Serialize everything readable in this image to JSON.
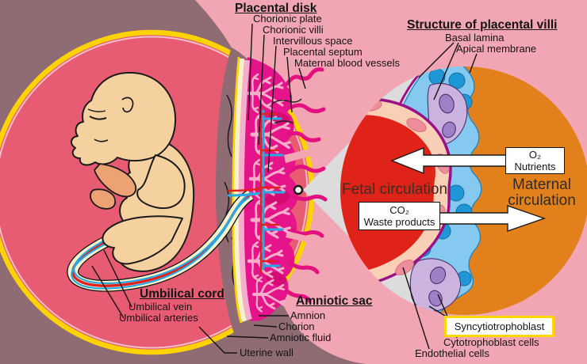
{
  "placental_disk": {
    "title": "Placental disk",
    "items": [
      "Chorionic plate",
      "Chorionic villi",
      "Intervillous space",
      "Placental septum",
      "Maternal blood vessels"
    ]
  },
  "villi_structure": {
    "title": "Structure of placental villi",
    "basal_lamina": "Basal lamina",
    "apical_membrane": "Apical membrane",
    "syncytiotrophoblast": "Syncytiotrophoblast",
    "cytotrophoblast": "Cytotrophoblast cells",
    "endothelial": "Endothelial cells"
  },
  "umbilical_cord": {
    "title": "Umbilical cord",
    "vein": "Umbilical vein",
    "arteries": "Umbilical arteries"
  },
  "amniotic_sac": {
    "title": "Amniotic sac",
    "amnion": "Amnion",
    "chorion": "Chorion",
    "fluid": "Amniotic fluid"
  },
  "uterine_wall_label": "Uterine wall",
  "circulation": {
    "fetal": "Fetal circulation",
    "maternal_line1": "Maternal",
    "maternal_line2": "circulation"
  },
  "exchange": {
    "o2": "O₂",
    "nutrients": "Nutrients",
    "co2": "CO₂",
    "waste": "Waste products"
  },
  "colors": {
    "background_pink": "#f2a5b3",
    "uterine_wall_mauve": "#8f6b74",
    "amniotic_rose": "#e75c72",
    "membrane_yellow": "#ffd302",
    "fetus_skin": "#f6d1a0",
    "placenta_magenta": "#e6148a",
    "villi_light_pink": "#f8aecb",
    "artery_red": "#e3211c",
    "vein_blue": "#29a9e1",
    "maternal_orange": "#e2801c",
    "trophoblast_blue": "#85c9f0",
    "cytotrophoblast_purple": "#cab3df",
    "fetal_red": "#df2318",
    "basal_lamina_purple": "#9c1086",
    "highlight_box_yellow": "#ffd702"
  }
}
